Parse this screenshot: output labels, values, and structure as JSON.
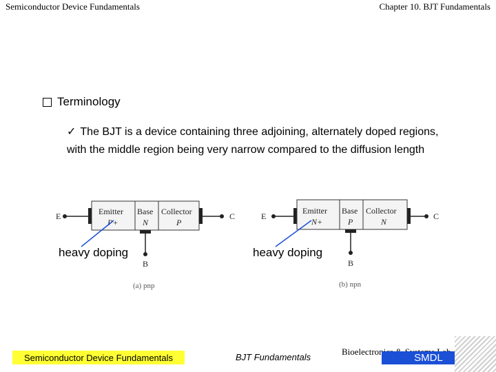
{
  "header": {
    "left": "Semiconductor Device Fundamentals",
    "right": "Chapter 10. BJT Fundamentals"
  },
  "bullet": {
    "title": "Terminology",
    "text": "The BJT is a device containing three adjoining, alternately doped regions, with the middle region being very narrow compared to the diffusion length"
  },
  "pnp": {
    "E": "E",
    "C": "C",
    "B": "B",
    "emitter": "Emitter",
    "emitter_doping": "P+",
    "base": "Base",
    "base_doping": "N",
    "collector": "Collector",
    "collector_doping": "P",
    "caption": "(a) pnp",
    "annotation": "heavy doping"
  },
  "npn": {
    "E": "E",
    "C": "C",
    "B": "B",
    "emitter": "Emitter",
    "emitter_doping": "N+",
    "base": "Base",
    "base_doping": "P",
    "collector": "Collector",
    "collector_doping": "N",
    "caption": "(b) npn",
    "annotation": "heavy doping"
  },
  "footer": {
    "left": "Semiconductor Device Fundamentals",
    "center": "BJT Fundamentals",
    "right": "Bioelectronics & Systems Lab.",
    "badge": "SMDL"
  },
  "colors": {
    "footer_highlight": "#ffff33",
    "badge": "#1a4fd6"
  }
}
